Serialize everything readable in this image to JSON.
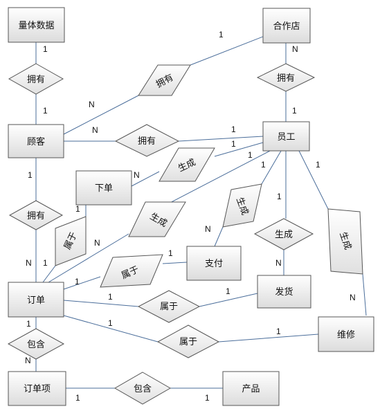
{
  "entities": {
    "body_data": "量体数据",
    "partner_store": "合作店",
    "customer": "顾客",
    "employee": "员工",
    "place_order": "下单",
    "payment": "支付",
    "order": "订单",
    "shipping": "发货",
    "maintenance": "维修",
    "order_item": "订单项",
    "product": "产品"
  },
  "relationships": {
    "customer_has_body_data": "拥有",
    "partner_store_has_customer": "拥有",
    "partner_store_has_employee": "拥有",
    "customer_has_employee": "拥有",
    "employee_generates_place_order": "生成",
    "customer_has_order": "拥有",
    "place_order_belongs_order": "属于",
    "employee_generates_order": "生成",
    "employee_generates_payment": "生成",
    "employee_generates_shipping": "生成",
    "employee_generates_maintenance": "生成",
    "payment_belongs_order": "属于",
    "order_belongs_shipping": "属于",
    "order_belongs_maintenance": "属于",
    "order_contains_order_item": "包含",
    "order_item_contains_product": "包含"
  },
  "cardinalities": {
    "body_data_one": "1",
    "customer_body_one": "1",
    "partner_store_customer_one": "1",
    "customer_partner_many": "N",
    "partner_store_employee_many": "N",
    "employee_partner_one": "1",
    "customer_employee_many": "N",
    "employee_customer_one": "1",
    "employee_place_order_one": "1",
    "place_order_many": "N",
    "customer_order_one": "1",
    "order_customer_many": "N",
    "place_order_order_one": "1",
    "order_place_order_one": "1",
    "employee_order_one": "1",
    "order_employee_many": "N",
    "employee_payment_one": "1",
    "payment_many": "N",
    "employee_shipping_one": "1",
    "shipping_many": "N",
    "employee_maintenance_one": "1",
    "maintenance_many": "N",
    "payment_order_one": "1",
    "order_payment_one": "1",
    "order_shipping_one": "1",
    "shipping_order_one": "1",
    "order_maintenance_one": "1",
    "maintenance_order_one": "1",
    "order_item_order_one": "1",
    "order_item_many": "N",
    "order_item_product_one": "1",
    "product_one": "1"
  }
}
